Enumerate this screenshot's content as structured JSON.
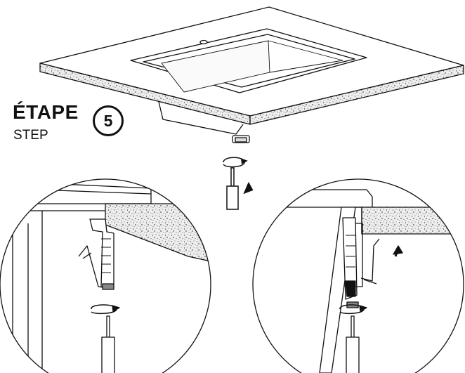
{
  "step": {
    "title": "ÉTAPE",
    "subtitle": "STEP",
    "number": "5"
  },
  "colors": {
    "line": "#111111",
    "fill": "#ffffff",
    "granite": "#e9e9e9"
  },
  "icons": [
    "rotate-arrow-icon",
    "screwdriver-icon",
    "up-arrow-icon"
  ]
}
